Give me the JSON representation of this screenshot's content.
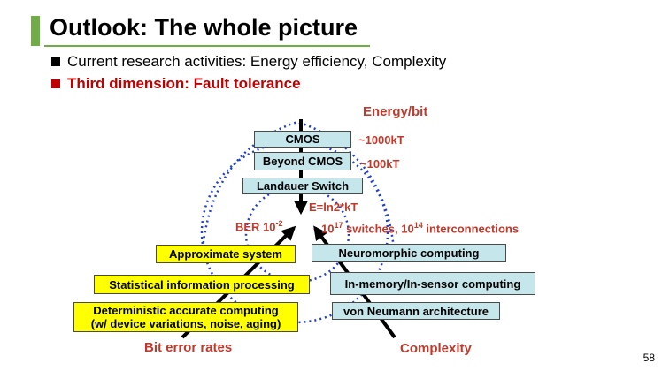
{
  "slide": {
    "title": "Outlook: The whole picture",
    "bullet1": "Current research activities: Energy efficiency, Complexity",
    "bullet2": "Third dimension: Fault tolerance",
    "page_number": "58"
  },
  "colors": {
    "accent_green": "#70ad47",
    "red_text": "#c0392b",
    "bullet_red": "#c00000",
    "dotted_blue": "#1f3fcf",
    "teal_box": "#c5e6ea",
    "yellow_box": "#ffff00"
  },
  "diagram": {
    "axis_energy": "Energy/bit",
    "axis_errors": "Bit error rates",
    "axis_complexity": "Complexity",
    "teal_boxes": {
      "cmos": "CMOS",
      "beyond_cmos": "Beyond CMOS",
      "landauer": "Landauer Switch",
      "neuromorphic": "Neuromorphic computing",
      "in_memory": "In-memory/In-sensor computing",
      "von_neumann": "von Neumann architecture"
    },
    "yellow_boxes": {
      "approximate": "Approximate system",
      "statistical": "Statistical information processing",
      "deterministic_line1": "Deterministic accurate computing",
      "deterministic_line2": "(w/ device variations, noise, aging)"
    },
    "annotations": {
      "cmos_energy": "~1000kT",
      "beyond_energy": "~100kT",
      "landauer_formula": "E=ln2*kT",
      "ber_text": "BER 10",
      "ber_exp": "-2",
      "switch_count": "10",
      "switch_exp": "17",
      "switch_text": " switches, 10",
      "interconnect_exp": "14",
      "interconnect_text": " interconnections"
    }
  }
}
